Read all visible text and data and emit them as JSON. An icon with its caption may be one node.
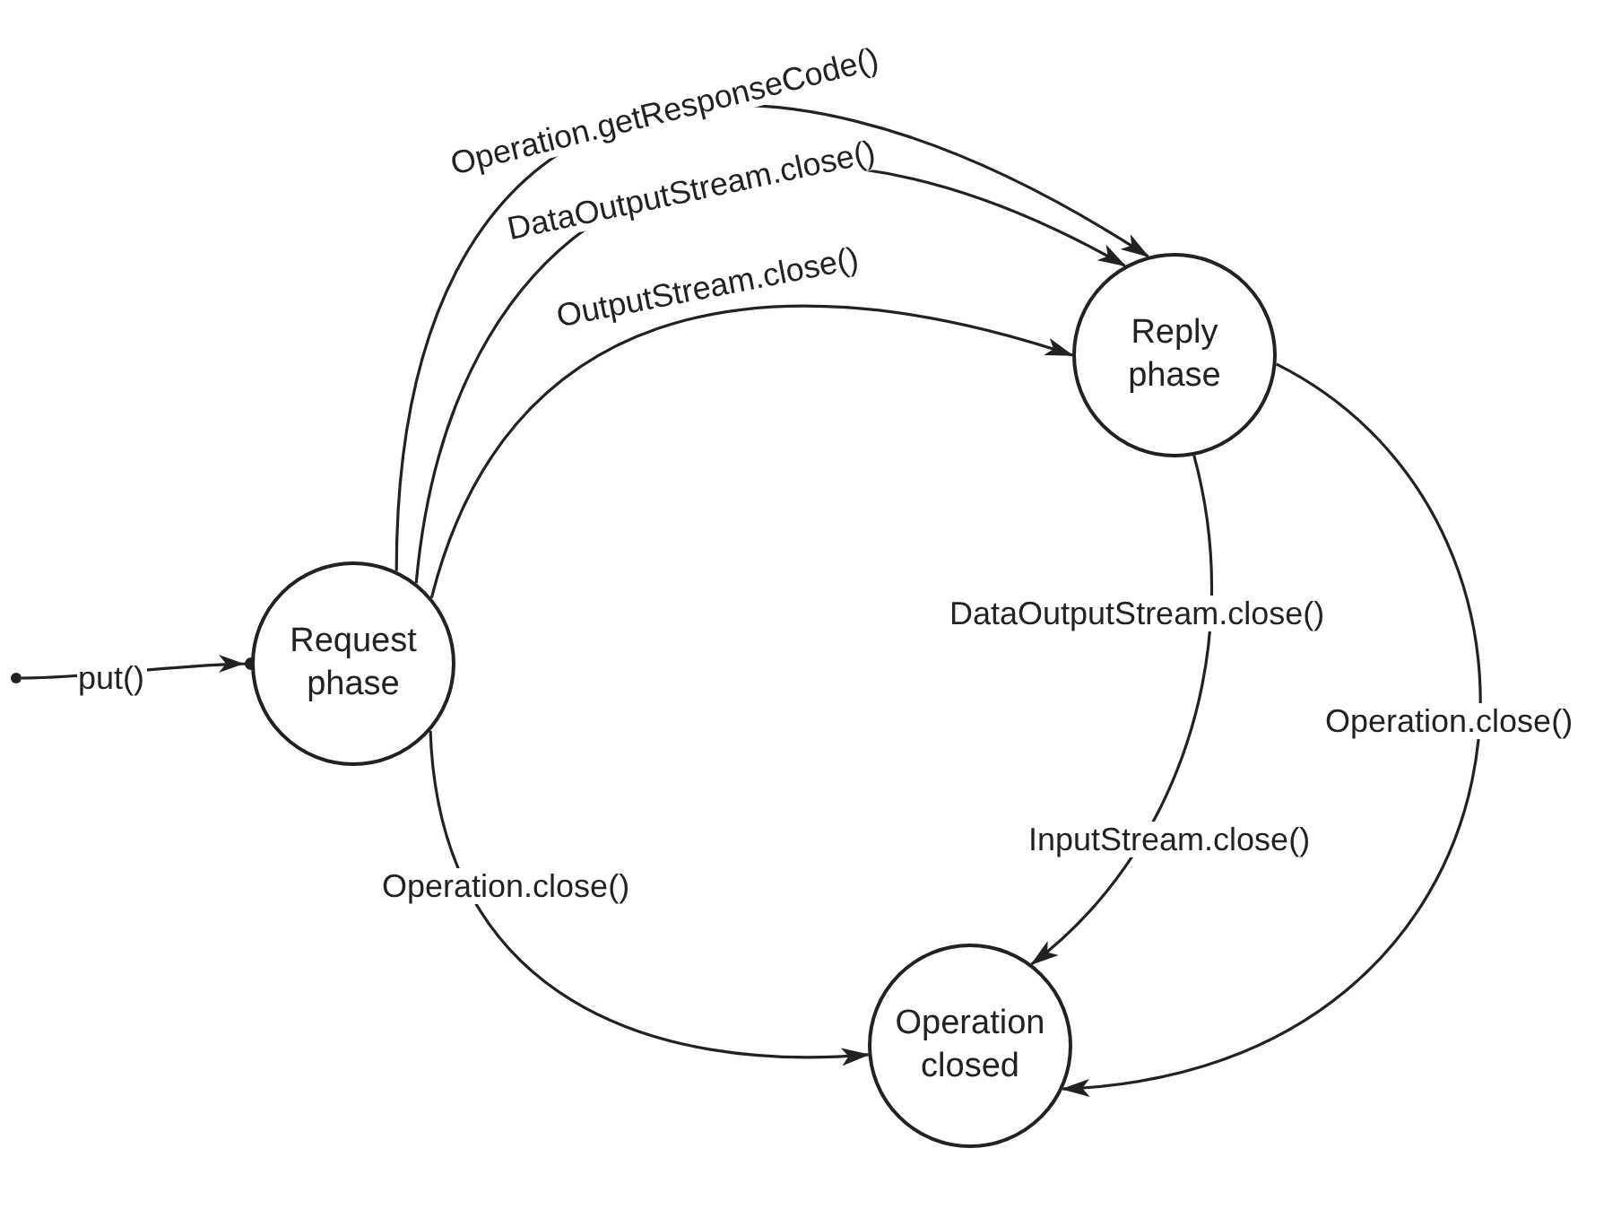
{
  "diagram": {
    "nodes": [
      {
        "text": [
          "Request phase"
        ]
      },
      {
        "text": [
          "Reply phase"
        ]
      },
      {
        "text": [
          "Operation closed"
        ]
      },
      {
        "text": [],
        "shape": "circle"
      }
    ],
    "edges": [
      {
        "from": 3,
        "to": 0,
        "arrow": "to",
        "label": "put()"
      },
      {
        "from": 0,
        "to": 1,
        "arrow": "to",
        "label": "Operation.getResponseCode()"
      },
      {
        "from": 0,
        "to": 1,
        "arrow": "to",
        "label": "DataOutputStream.close()"
      },
      {
        "from": 0,
        "to": 1,
        "arrow": "to",
        "label": "OutputStream.close()"
      },
      {
        "from": 1,
        "to": 2,
        "arrow": "to",
        "label": "DataOutputStream.close()"
      },
      {
        "from": 1,
        "to": 2,
        "arrow": "to",
        "label": "Operation.close()"
      },
      {
        "from": 0,
        "to": 2,
        "arrow": "to",
        "label": "Operation.close()"
      }
    ],
    "labels": [
      "InputStream.close()"
    ]
  }
}
